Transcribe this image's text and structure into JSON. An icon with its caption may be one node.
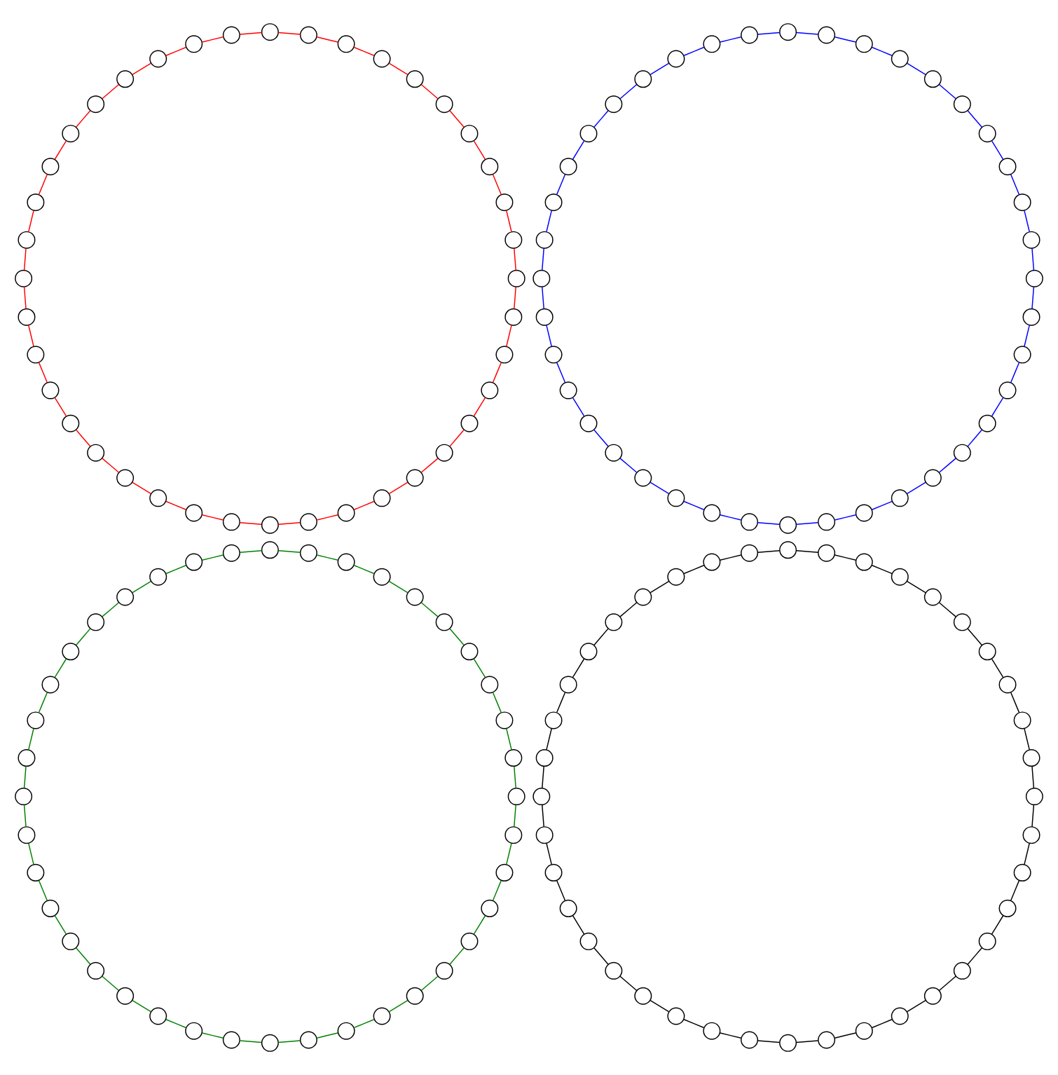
{
  "diagram": {
    "nodes": [
      {
        "text": [],
        "shape": "circle"
      },
      {
        "text": [],
        "shape": "circle"
      },
      {
        "text": [],
        "shape": "circle"
      },
      {
        "text": [],
        "shape": "circle"
      },
      {
        "text": [],
        "shape": "circle"
      },
      {
        "text": [],
        "shape": "circle"
      },
      {
        "text": [],
        "shape": "circle"
      },
      {
        "text": [],
        "shape": "circle"
      },
      {
        "text": [],
        "shape": "circle"
      },
      {
        "text": [],
        "shape": "circle"
      },
      {
        "text": [],
        "shape": "circle"
      },
      {
        "text": [],
        "shape": "circle"
      },
      {
        "text": [],
        "shape": "circle"
      },
      {
        "text": [],
        "shape": "circle"
      },
      {
        "text": [],
        "shape": "circle"
      },
      {
        "text": [],
        "shape": "circle"
      },
      {
        "text": [],
        "shape": "circle"
      },
      {
        "text": [],
        "shape": "circle"
      },
      {
        "text": [],
        "shape": "circle"
      },
      {
        "text": [],
        "shape": "circle"
      },
      {
        "text": [],
        "shape": "circle"
      },
      {
        "text": [],
        "shape": "circle"
      },
      {
        "text": [],
        "shape": "circle"
      },
      {
        "text": [],
        "shape": "circle"
      },
      {
        "text": [],
        "shape": "circle"
      },
      {
        "text": [],
        "shape": "circle"
      },
      {
        "text": [],
        "shape": "circle"
      },
      {
        "text": [],
        "shape": "circle"
      },
      {
        "text": [],
        "shape": "circle"
      },
      {
        "text": [],
        "shape": "circle"
      },
      {
        "text": [],
        "shape": "circle"
      },
      {
        "text": [],
        "shape": "circle"
      },
      {
        "text": [],
        "shape": "circle"
      },
      {
        "text": [],
        "shape": "circle"
      },
      {
        "text": [],
        "shape": "circle"
      },
      {
        "text": [],
        "shape": "circle"
      },
      {
        "text": [],
        "shape": "circle"
      },
      {
        "text": [],
        "shape": "circle"
      },
      {
        "text": [],
        "shape": "circle"
      },
      {
        "text": [],
        "shape": "circle"
      },
      {
        "text": [],
        "shape": "circle"
      },
      {
        "text": [],
        "shape": "circle"
      },
      {
        "text": [],
        "shape": "circle"
      },
      {
        "text": [],
        "shape": "circle"
      },
      {
        "text": [],
        "shape": "circle"
      },
      {
        "text": [],
        "shape": "circle"
      },
      {
        "text": [],
        "shape": "circle"
      },
      {
        "text": [],
        "shape": "circle"
      },
      {
        "text": [],
        "shape": "circle"
      },
      {
        "text": [],
        "shape": "circle"
      },
      {
        "text": [],
        "shape": "circle"
      },
      {
        "text": [],
        "shape": "circle"
      },
      {
        "text": [],
        "shape": "circle"
      },
      {
        "text": [],
        "shape": "circle"
      },
      {
        "text": [],
        "shape": "circle"
      },
      {
        "text": [],
        "shape": "circle"
      },
      {
        "text": [],
        "shape": "circle"
      },
      {
        "text": [],
        "shape": "circle"
      },
      {
        "text": [],
        "shape": "circle"
      },
      {
        "text": [],
        "shape": "circle"
      },
      {
        "text": [],
        "shape": "circle"
      },
      {
        "text": [],
        "shape": "circle"
      },
      {
        "text": [],
        "shape": "circle"
      },
      {
        "text": [],
        "shape": "circle"
      },
      {
        "text": [],
        "shape": "circle"
      },
      {
        "text": [],
        "shape": "circle"
      },
      {
        "text": [],
        "shape": "circle"
      },
      {
        "text": [],
        "shape": "circle"
      },
      {
        "text": [],
        "shape": "circle"
      },
      {
        "text": [],
        "shape": "circle"
      },
      {
        "text": [],
        "shape": "circle"
      },
      {
        "text": [],
        "shape": "circle"
      },
      {
        "text": [],
        "shape": "circle"
      },
      {
        "text": [],
        "shape": "circle"
      },
      {
        "text": [],
        "shape": "circle"
      },
      {
        "text": [],
        "shape": "circle"
      },
      {
        "text": [],
        "shape": "circle"
      },
      {
        "text": [],
        "shape": "circle"
      },
      {
        "text": [],
        "shape": "circle"
      },
      {
        "text": [],
        "shape": "circle"
      },
      {
        "text": [],
        "shape": "circle"
      },
      {
        "text": [],
        "shape": "circle"
      },
      {
        "text": [],
        "shape": "circle"
      },
      {
        "text": [],
        "shape": "circle"
      },
      {
        "text": [],
        "shape": "circle"
      },
      {
        "text": [],
        "shape": "circle"
      },
      {
        "text": [],
        "shape": "circle"
      },
      {
        "text": [],
        "shape": "circle"
      },
      {
        "text": [],
        "shape": "circle"
      },
      {
        "text": [],
        "shape": "circle"
      },
      {
        "text": [],
        "shape": "circle"
      },
      {
        "text": [],
        "shape": "circle"
      },
      {
        "text": [],
        "shape": "circle"
      },
      {
        "text": [],
        "shape": "circle"
      },
      {
        "text": [],
        "shape": "circle"
      },
      {
        "text": [],
        "shape": "circle"
      },
      {
        "text": [],
        "shape": "circle"
      },
      {
        "text": [],
        "shape": "circle"
      },
      {
        "text": [],
        "shape": "circle"
      },
      {
        "text": [],
        "shape": "circle"
      },
      {
        "text": [],
        "shape": "circle"
      },
      {
        "text": [],
        "shape": "circle"
      },
      {
        "text": [],
        "shape": "circle"
      },
      {
        "text": [],
        "shape": "circle"
      },
      {
        "text": [],
        "shape": "circle"
      },
      {
        "text": [],
        "shape": "circle"
      },
      {
        "text": [],
        "shape": "circle"
      },
      {
        "text": [],
        "shape": "circle"
      },
      {
        "text": [],
        "shape": "circle"
      },
      {
        "text": [],
        "shape": "circle"
      },
      {
        "text": [],
        "shape": "circle"
      },
      {
        "text": [],
        "shape": "circle"
      },
      {
        "text": [],
        "shape": "circle"
      },
      {
        "text": [],
        "shape": "circle"
      },
      {
        "text": [],
        "shape": "circle"
      },
      {
        "text": [],
        "shape": "circle"
      },
      {
        "text": [],
        "shape": "circle"
      },
      {
        "text": [],
        "shape": "circle"
      },
      {
        "text": [],
        "shape": "circle"
      },
      {
        "text": [],
        "shape": "circle"
      },
      {
        "text": [],
        "shape": "circle"
      },
      {
        "text": [],
        "shape": "circle"
      },
      {
        "text": [],
        "shape": "circle"
      },
      {
        "text": [],
        "shape": "circle"
      },
      {
        "text": [],
        "shape": "circle"
      },
      {
        "text": [],
        "shape": "circle"
      },
      {
        "text": [],
        "shape": "circle"
      },
      {
        "text": [],
        "shape": "circle"
      },
      {
        "text": [],
        "shape": "circle"
      },
      {
        "text": [],
        "shape": "circle"
      },
      {
        "text": [],
        "shape": "circle"
      },
      {
        "text": [],
        "shape": "circle"
      },
      {
        "text": [],
        "shape": "circle"
      },
      {
        "text": [],
        "shape": "circle"
      },
      {
        "text": [],
        "shape": "circle"
      },
      {
        "text": [],
        "shape": "circle"
      },
      {
        "text": [],
        "shape": "circle"
      },
      {
        "text": [],
        "shape": "circle"
      },
      {
        "text": [],
        "shape": "circle"
      },
      {
        "text": [],
        "shape": "circle"
      },
      {
        "text": [],
        "shape": "circle"
      },
      {
        "text": [],
        "shape": "circle"
      },
      {
        "text": [],
        "shape": "circle"
      },
      {
        "text": [],
        "shape": "circle"
      },
      {
        "text": [],
        "shape": "circle"
      },
      {
        "text": [],
        "shape": "circle"
      },
      {
        "text": [],
        "shape": "circle"
      },
      {
        "text": [],
        "shape": "circle"
      },
      {
        "text": [],
        "shape": "circle"
      },
      {
        "text": [],
        "shape": "circle"
      },
      {
        "text": [],
        "shape": "circle"
      },
      {
        "text": [],
        "shape": "circle"
      },
      {
        "text": [],
        "shape": "circle"
      },
      {
        "text": [],
        "shape": "circle"
      },
      {
        "text": [],
        "shape": "circle"
      },
      {
        "text": [],
        "shape": "circle"
      },
      {
        "text": [],
        "shape": "circle"
      },
      {
        "text": [],
        "shape": "circle"
      },
      {
        "text": [],
        "shape": "circle"
      },
      {
        "text": [],
        "shape": "circle"
      }
    ],
    "edges": [
      {
        "from": 0,
        "to": 1,
        "arrow": "none",
        "color": "#ff0000"
      },
      {
        "from": 1,
        "to": 2,
        "arrow": "none",
        "color": "#ff0000"
      },
      {
        "from": 2,
        "to": 3,
        "arrow": "none",
        "color": "#ff0000"
      },
      {
        "from": 3,
        "to": 4,
        "arrow": "none",
        "color": "#ff0000"
      },
      {
        "from": 4,
        "to": 5,
        "arrow": "none",
        "color": "#ff0000"
      },
      {
        "from": 5,
        "to": 6,
        "arrow": "none",
        "color": "#ff0000"
      },
      {
        "from": 6,
        "to": 7,
        "arrow": "none",
        "color": "#ff0000"
      },
      {
        "from": 7,
        "to": 8,
        "arrow": "none",
        "color": "#ff0000"
      },
      {
        "from": 8,
        "to": 9,
        "arrow": "none",
        "color": "#ff0000"
      },
      {
        "from": 9,
        "to": 10,
        "arrow": "none",
        "color": "#ff0000"
      },
      {
        "from": 10,
        "to": 11,
        "arrow": "none",
        "color": "#ff0000"
      },
      {
        "from": 11,
        "to": 12,
        "arrow": "none",
        "color": "#ff0000"
      },
      {
        "from": 12,
        "to": 13,
        "arrow": "none",
        "color": "#ff0000"
      },
      {
        "from": 13,
        "to": 14,
        "arrow": "none",
        "color": "#ff0000"
      },
      {
        "from": 14,
        "to": 15,
        "arrow": "none",
        "color": "#ff0000"
      },
      {
        "from": 15,
        "to": 16,
        "arrow": "none",
        "color": "#ff0000"
      },
      {
        "from": 16,
        "to": 17,
        "arrow": "none",
        "color": "#ff0000"
      },
      {
        "from": 17,
        "to": 18,
        "arrow": "none",
        "color": "#ff0000"
      },
      {
        "from": 18,
        "to": 19,
        "arrow": "none",
        "color": "#ff0000"
      },
      {
        "from": 19,
        "to": 20,
        "arrow": "none",
        "color": "#ff0000"
      },
      {
        "from": 20,
        "to": 21,
        "arrow": "none",
        "color": "#ff0000"
      },
      {
        "from": 21,
        "to": 22,
        "arrow": "none",
        "color": "#ff0000"
      },
      {
        "from": 22,
        "to": 23,
        "arrow": "none",
        "color": "#ff0000"
      },
      {
        "from": 23,
        "to": 24,
        "arrow": "none",
        "color": "#ff0000"
      },
      {
        "from": 24,
        "to": 25,
        "arrow": "none",
        "color": "#ff0000"
      },
      {
        "from": 25,
        "to": 26,
        "arrow": "none",
        "color": "#ff0000"
      },
      {
        "from": 26,
        "to": 27,
        "arrow": "none",
        "color": "#ff0000"
      },
      {
        "from": 27,
        "to": 28,
        "arrow": "none",
        "color": "#ff0000"
      },
      {
        "from": 28,
        "to": 29,
        "arrow": "none",
        "color": "#ff0000"
      },
      {
        "from": 29,
        "to": 30,
        "arrow": "none",
        "color": "#ff0000"
      },
      {
        "from": 30,
        "to": 31,
        "arrow": "none",
        "color": "#ff0000"
      },
      {
        "from": 31,
        "to": 32,
        "arrow": "none",
        "color": "#ff0000"
      },
      {
        "from": 32,
        "to": 33,
        "arrow": "none",
        "color": "#ff0000"
      },
      {
        "from": 33,
        "to": 34,
        "arrow": "none",
        "color": "#ff0000"
      },
      {
        "from": 34,
        "to": 35,
        "arrow": "none",
        "color": "#ff0000"
      },
      {
        "from": 35,
        "to": 36,
        "arrow": "none",
        "color": "#ff0000"
      },
      {
        "from": 36,
        "to": 37,
        "arrow": "none",
        "color": "#ff0000"
      },
      {
        "from": 37,
        "to": 38,
        "arrow": "none",
        "color": "#ff0000"
      },
      {
        "from": 38,
        "to": 39,
        "arrow": "none",
        "color": "#ff0000"
      },
      {
        "from": 39,
        "to": 0,
        "arrow": "none",
        "color": "#ff0000"
      },
      {
        "from": 40,
        "to": 41,
        "arrow": "none",
        "color": "#008000"
      },
      {
        "from": 41,
        "to": 42,
        "arrow": "none",
        "color": "#008000"
      },
      {
        "from": 42,
        "to": 43,
        "arrow": "none",
        "color": "#008000"
      },
      {
        "from": 43,
        "to": 44,
        "arrow": "none",
        "color": "#008000"
      },
      {
        "from": 44,
        "to": 45,
        "arrow": "none",
        "color": "#008000"
      },
      {
        "from": 45,
        "to": 46,
        "arrow": "none",
        "color": "#008000"
      },
      {
        "from": 46,
        "to": 47,
        "arrow": "none",
        "color": "#008000"
      },
      {
        "from": 47,
        "to": 48,
        "arrow": "none",
        "color": "#008000"
      },
      {
        "from": 48,
        "to": 49,
        "arrow": "none",
        "color": "#008000"
      },
      {
        "from": 49,
        "to": 50,
        "arrow": "none",
        "color": "#008000"
      },
      {
        "from": 50,
        "to": 51,
        "arrow": "none",
        "color": "#008000"
      },
      {
        "from": 51,
        "to": 52,
        "arrow": "none",
        "color": "#008000"
      },
      {
        "from": 52,
        "to": 53,
        "arrow": "none",
        "color": "#008000"
      },
      {
        "from": 53,
        "to": 54,
        "arrow": "none",
        "color": "#008000"
      },
      {
        "from": 54,
        "to": 55,
        "arrow": "none",
        "color": "#008000"
      },
      {
        "from": 55,
        "to": 56,
        "arrow": "none",
        "color": "#008000"
      },
      {
        "from": 56,
        "to": 57,
        "arrow": "none",
        "color": "#008000"
      },
      {
        "from": 57,
        "to": 58,
        "arrow": "none",
        "color": "#008000"
      },
      {
        "from": 58,
        "to": 59,
        "arrow": "none",
        "color": "#008000"
      },
      {
        "from": 59,
        "to": 60,
        "arrow": "none",
        "color": "#008000"
      },
      {
        "from": 60,
        "to": 61,
        "arrow": "none",
        "color": "#008000"
      },
      {
        "from": 61,
        "to": 62,
        "arrow": "none",
        "color": "#008000"
      },
      {
        "from": 62,
        "to": 63,
        "arrow": "none",
        "color": "#008000"
      },
      {
        "from": 63,
        "to": 64,
        "arrow": "none",
        "color": "#008000"
      },
      {
        "from": 64,
        "to": 65,
        "arrow": "none",
        "color": "#008000"
      },
      {
        "from": 65,
        "to": 66,
        "arrow": "none",
        "color": "#008000"
      },
      {
        "from": 66,
        "to": 67,
        "arrow": "none",
        "color": "#008000"
      },
      {
        "from": 67,
        "to": 68,
        "arrow": "none",
        "color": "#008000"
      },
      {
        "from": 68,
        "to": 69,
        "arrow": "none",
        "color": "#008000"
      },
      {
        "from": 69,
        "to": 70,
        "arrow": "none",
        "color": "#008000"
      },
      {
        "from": 70,
        "to": 71,
        "arrow": "none",
        "color": "#008000"
      },
      {
        "from": 71,
        "to": 72,
        "arrow": "none",
        "color": "#008000"
      },
      {
        "from": 72,
        "to": 73,
        "arrow": "none",
        "color": "#008000"
      },
      {
        "from": 73,
        "to": 74,
        "arrow": "none",
        "color": "#008000"
      },
      {
        "from": 74,
        "to": 75,
        "arrow": "none",
        "color": "#008000"
      },
      {
        "from": 75,
        "to": 76,
        "arrow": "none",
        "color": "#008000"
      },
      {
        "from": 76,
        "to": 77,
        "arrow": "none",
        "color": "#008000"
      },
      {
        "from": 77,
        "to": 78,
        "arrow": "none",
        "color": "#008000"
      },
      {
        "from": 78,
        "to": 79,
        "arrow": "none",
        "color": "#008000"
      },
      {
        "from": 79,
        "to": 40,
        "arrow": "none",
        "color": "#008000"
      },
      {
        "from": 80,
        "to": 81,
        "arrow": "none",
        "color": "#0000ff"
      },
      {
        "from": 81,
        "to": 82,
        "arrow": "none",
        "color": "#0000ff"
      },
      {
        "from": 82,
        "to": 83,
        "arrow": "none",
        "color": "#0000ff"
      },
      {
        "from": 83,
        "to": 84,
        "arrow": "none",
        "color": "#0000ff"
      },
      {
        "from": 84,
        "to": 85,
        "arrow": "none",
        "color": "#0000ff"
      },
      {
        "from": 85,
        "to": 86,
        "arrow": "none",
        "color": "#0000ff"
      },
      {
        "from": 86,
        "to": 87,
        "arrow": "none",
        "color": "#0000ff"
      },
      {
        "from": 87,
        "to": 88,
        "arrow": "none",
        "color": "#0000ff"
      },
      {
        "from": 88,
        "to": 89,
        "arrow": "none",
        "color": "#0000ff"
      },
      {
        "from": 89,
        "to": 90,
        "arrow": "none",
        "color": "#0000ff"
      },
      {
        "from": 90,
        "to": 91,
        "arrow": "none",
        "color": "#0000ff"
      },
      {
        "from": 91,
        "to": 92,
        "arrow": "none",
        "color": "#0000ff"
      },
      {
        "from": 92,
        "to": 93,
        "arrow": "none",
        "color": "#0000ff"
      },
      {
        "from": 93,
        "to": 94,
        "arrow": "none",
        "color": "#0000ff"
      },
      {
        "from": 94,
        "to": 95,
        "arrow": "none",
        "color": "#0000ff"
      },
      {
        "from": 95,
        "to": 96,
        "arrow": "none",
        "color": "#0000ff"
      },
      {
        "from": 96,
        "to": 97,
        "arrow": "none",
        "color": "#0000ff"
      },
      {
        "from": 97,
        "to": 98,
        "arrow": "none",
        "color": "#0000ff"
      },
      {
        "from": 98,
        "to": 99,
        "arrow": "none",
        "color": "#0000ff"
      },
      {
        "from": 99,
        "to": 100,
        "arrow": "none",
        "color": "#0000ff"
      },
      {
        "from": 100,
        "to": 101,
        "arrow": "none",
        "color": "#0000ff"
      },
      {
        "from": 101,
        "to": 102,
        "arrow": "none",
        "color": "#0000ff"
      },
      {
        "from": 102,
        "to": 103,
        "arrow": "none",
        "color": "#0000ff"
      },
      {
        "from": 103,
        "to": 104,
        "arrow": "none",
        "color": "#0000ff"
      },
      {
        "from": 104,
        "to": 105,
        "arrow": "none",
        "color": "#0000ff"
      },
      {
        "from": 105,
        "to": 106,
        "arrow": "none",
        "color": "#0000ff"
      },
      {
        "from": 106,
        "to": 107,
        "arrow": "none",
        "color": "#0000ff"
      },
      {
        "from": 107,
        "to": 108,
        "arrow": "none",
        "color": "#0000ff"
      },
      {
        "from": 108,
        "to": 109,
        "arrow": "none",
        "color": "#0000ff"
      },
      {
        "from": 109,
        "to": 110,
        "arrow": "none",
        "color": "#0000ff"
      },
      {
        "from": 110,
        "to": 111,
        "arrow": "none",
        "color": "#0000ff"
      },
      {
        "from": 111,
        "to": 112,
        "arrow": "none",
        "color": "#0000ff"
      },
      {
        "from": 112,
        "to": 113,
        "arrow": "none",
        "color": "#0000ff"
      },
      {
        "from": 113,
        "to": 114,
        "arrow": "none",
        "color": "#0000ff"
      },
      {
        "from": 114,
        "to": 115,
        "arrow": "none",
        "color": "#0000ff"
      },
      {
        "from": 115,
        "to": 116,
        "arrow": "none",
        "color": "#0000ff"
      },
      {
        "from": 116,
        "to": 117,
        "arrow": "none",
        "color": "#0000ff"
      },
      {
        "from": 117,
        "to": 118,
        "arrow": "none",
        "color": "#0000ff"
      },
      {
        "from": 118,
        "to": 119,
        "arrow": "none",
        "color": "#0000ff"
      },
      {
        "from": 119,
        "to": 80,
        "arrow": "none",
        "color": "#0000ff"
      },
      {
        "from": 120,
        "to": 121,
        "arrow": "none",
        "color": "#000000"
      },
      {
        "from": 121,
        "to": 122,
        "arrow": "none",
        "color": "#000000"
      },
      {
        "from": 122,
        "to": 123,
        "arrow": "none",
        "color": "#000000"
      },
      {
        "from": 123,
        "to": 124,
        "arrow": "none",
        "color": "#000000"
      },
      {
        "from": 124,
        "to": 125,
        "arrow": "none",
        "color": "#000000"
      },
      {
        "from": 125,
        "to": 126,
        "arrow": "none",
        "color": "#000000"
      },
      {
        "from": 126,
        "to": 127,
        "arrow": "none",
        "color": "#000000"
      },
      {
        "from": 127,
        "to": 128,
        "arrow": "none",
        "color": "#000000"
      },
      {
        "from": 128,
        "to": 129,
        "arrow": "none",
        "color": "#000000"
      },
      {
        "from": 129,
        "to": 130,
        "arrow": "none",
        "color": "#000000"
      },
      {
        "from": 130,
        "to": 131,
        "arrow": "none",
        "color": "#000000"
      },
      {
        "from": 131,
        "to": 132,
        "arrow": "none",
        "color": "#000000"
      },
      {
        "from": 132,
        "to": 133,
        "arrow": "none",
        "color": "#000000"
      },
      {
        "from": 133,
        "to": 134,
        "arrow": "none",
        "color": "#000000"
      },
      {
        "from": 134,
        "to": 135,
        "arrow": "none",
        "color": "#000000"
      },
      {
        "from": 135,
        "to": 136,
        "arrow": "none",
        "color": "#000000"
      },
      {
        "from": 136,
        "to": 137,
        "arrow": "none",
        "color": "#000000"
      },
      {
        "from": 137,
        "to": 138,
        "arrow": "none",
        "color": "#000000"
      },
      {
        "from": 138,
        "to": 139,
        "arrow": "none",
        "color": "#000000"
      },
      {
        "from": 139,
        "to": 140,
        "arrow": "none",
        "color": "#000000"
      },
      {
        "from": 140,
        "to": 141,
        "arrow": "none",
        "color": "#000000"
      },
      {
        "from": 141,
        "to": 142,
        "arrow": "none",
        "color": "#000000"
      },
      {
        "from": 142,
        "to": 143,
        "arrow": "none",
        "color": "#000000"
      },
      {
        "from": 143,
        "to": 144,
        "arrow": "none",
        "color": "#000000"
      },
      {
        "from": 144,
        "to": 145,
        "arrow": "none",
        "color": "#000000"
      },
      {
        "from": 145,
        "to": 146,
        "arrow": "none",
        "color": "#000000"
      },
      {
        "from": 146,
        "to": 147,
        "arrow": "none",
        "color": "#000000"
      },
      {
        "from": 147,
        "to": 148,
        "arrow": "none",
        "color": "#000000"
      },
      {
        "from": 148,
        "to": 149,
        "arrow": "none",
        "color": "#000000"
      },
      {
        "from": 149,
        "to": 150,
        "arrow": "none",
        "color": "#000000"
      },
      {
        "from": 150,
        "to": 151,
        "arrow": "none",
        "color": "#000000"
      },
      {
        "from": 151,
        "to": 152,
        "arrow": "none",
        "color": "#000000"
      },
      {
        "from": 152,
        "to": 153,
        "arrow": "none",
        "color": "#000000"
      },
      {
        "from": 153,
        "to": 154,
        "arrow": "none",
        "color": "#000000"
      },
      {
        "from": 154,
        "to": 155,
        "arrow": "none",
        "color": "#000000"
      },
      {
        "from": 155,
        "to": 156,
        "arrow": "none",
        "color": "#000000"
      },
      {
        "from": 156,
        "to": 157,
        "arrow": "none",
        "color": "#000000"
      },
      {
        "from": 157,
        "to": 158,
        "arrow": "none",
        "color": "#000000"
      },
      {
        "from": 158,
        "to": 159,
        "arrow": "none",
        "color": "#000000"
      },
      {
        "from": 159,
        "to": 120,
        "arrow": "none",
        "color": "#000000"
      }
    ]
  }
}
